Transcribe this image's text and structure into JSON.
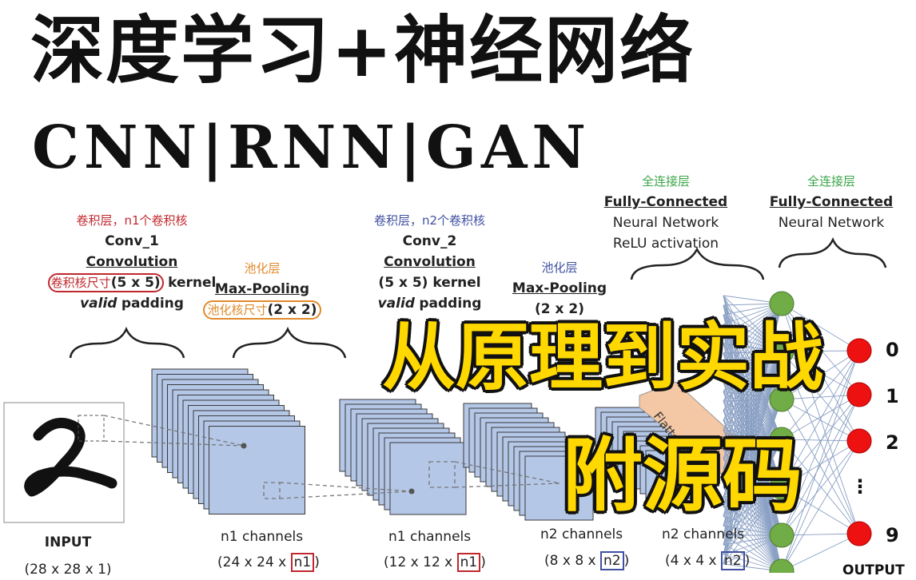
{
  "title": {
    "main": "深度学习+神经网络",
    "sub": "CNN|RNN|GAN"
  },
  "overlay": {
    "line1": "从原理到实战",
    "line2": "附源码"
  },
  "conv1": {
    "cn": "卷积层，n1个卷积核",
    "name": "Conv_1",
    "type": "Convolution",
    "kernel_note": "卷积核尺寸",
    "kernel": "(5 x 5)",
    "kernel_word": "kernel",
    "pad_italic": "valid",
    "pad_word": "padding"
  },
  "pool1": {
    "cn": "池化层",
    "type": "Max-Pooling",
    "size_note": "池化核尺寸",
    "size": "(2 x 2)"
  },
  "conv2": {
    "cn": "卷积层，n2个卷积核",
    "name": "Conv_2",
    "type": "Convolution",
    "kernel": "(5 x 5) kernel",
    "pad_italic": "valid",
    "pad_word": "padding"
  },
  "pool2": {
    "cn": "池化层",
    "type": "Max-Pooling",
    "size": "(2 x 2)"
  },
  "fc1": {
    "cn": "全连接层",
    "type": "Fully-Connected",
    "l1": "Neural Network",
    "l2": "ReLU activation"
  },
  "fc2": {
    "cn": "全连接层",
    "type": "Fully-Connected",
    "l1": "Neural Network"
  },
  "flatten": "Flattened",
  "input": {
    "label": "INPUT",
    "dims": "(28 x 28 x 1)"
  },
  "layers": [
    {
      "channels": "n1 channels",
      "dims_pre": "(24 x 24 x ",
      "dims_n": "n1",
      "dims_post": ")"
    },
    {
      "channels": "n1 channels",
      "dims_pre": "(12 x 12 x ",
      "dims_n": "n1",
      "dims_post": ")"
    },
    {
      "channels": "n2 channels",
      "dims_pre": "(8 x 8 x ",
      "dims_n": "n2",
      "dims_post": ")"
    },
    {
      "channels": "n2 channels",
      "dims_pre": "(4 x 4 x ",
      "dims_n": "n2",
      "dims_post": ")"
    }
  ],
  "outputs": {
    "labels": [
      "0",
      "1",
      "2",
      "⋮",
      "9"
    ],
    "label": "OUTPUT"
  },
  "colors": {
    "feature_map": "#b4c7e7",
    "neuron_hidden": "#70ad47",
    "neuron_out": "#ee1111",
    "accent": "#ffd800"
  }
}
